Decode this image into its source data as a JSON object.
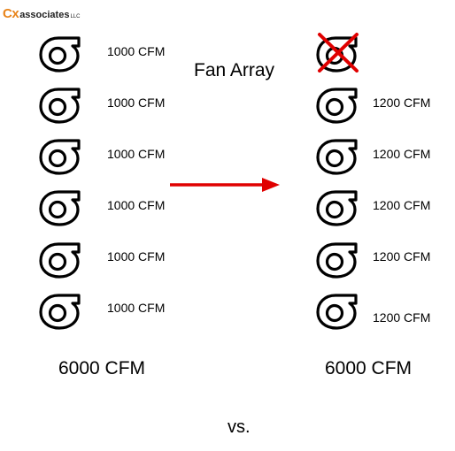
{
  "logo": {
    "cx": "Cx",
    "rest": "associates",
    "tm": "LLC"
  },
  "title": "Fan Array",
  "left": {
    "labels": [
      "1000 CFM",
      "1000 CFM",
      "1000 CFM",
      "1000 CFM",
      "1000 CFM",
      "1000 CFM"
    ],
    "total": "6000 CFM"
  },
  "right": {
    "labels": [
      "1200 CFM",
      "1200 CFM",
      "1200 CFM",
      "1200 CFM",
      "1200 CFM"
    ],
    "total": "6000 CFM",
    "failed_fan": "removed"
  },
  "vs": "vs.",
  "colors": {
    "arrow": "#e00000",
    "cross": "#e00000",
    "logo_accent": "#e8841a"
  },
  "icons": {
    "fan": "centrifugal-fan-icon",
    "arrow": "right-arrow-icon",
    "cross": "x-cross-icon"
  }
}
